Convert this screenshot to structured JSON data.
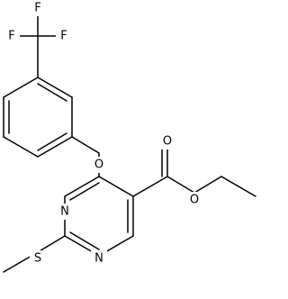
{
  "molecule": {
    "atoms": {
      "F_left": "F",
      "F_top": "F",
      "F_right": "F",
      "O_ether": "O",
      "O_carbonyl": "O",
      "O_ester": "O",
      "N3": "N",
      "N1": "N",
      "S": "S"
    }
  }
}
